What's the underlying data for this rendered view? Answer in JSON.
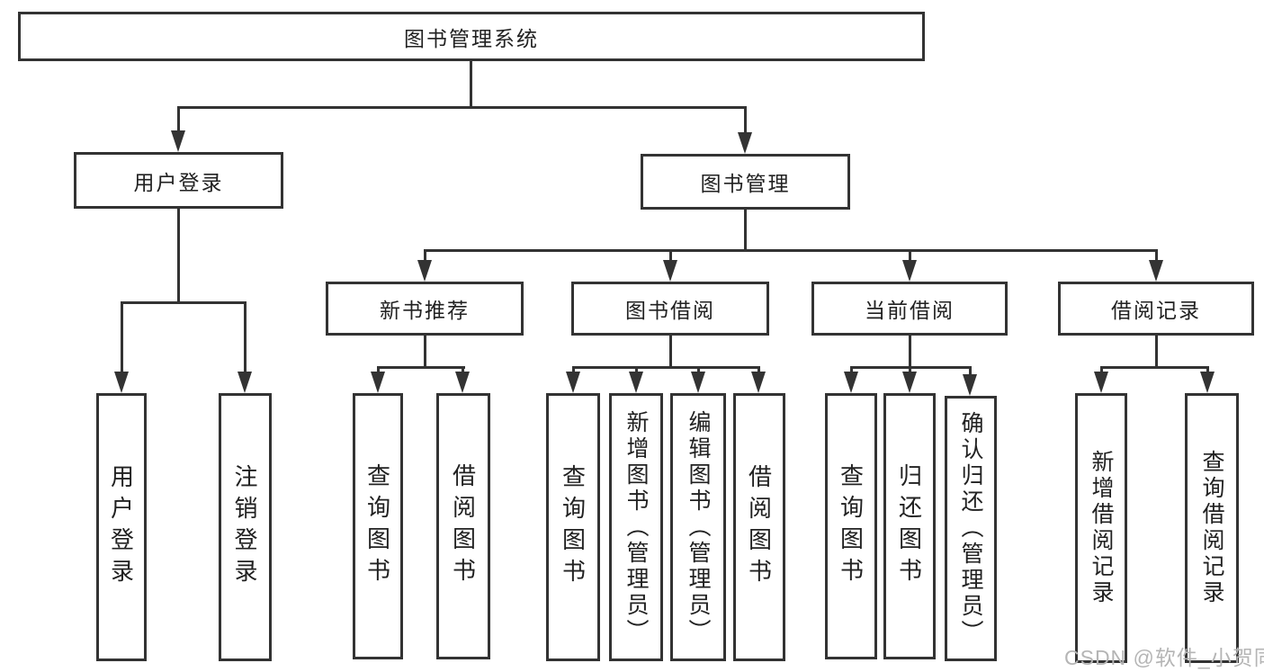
{
  "tree": {
    "root": "图书管理系统",
    "branches": [
      {
        "label": "用户登录",
        "children": [
          "用户登录",
          "注销登录"
        ]
      },
      {
        "label": "图书管理",
        "children": [
          {
            "label": "新书推荐",
            "children": [
              "查询图书",
              "借阅图书"
            ]
          },
          {
            "label": "图书借阅",
            "children": [
              "查询图书",
              "新增图书（管理员）",
              "编辑图书（管理员）",
              "借阅图书"
            ]
          },
          {
            "label": "当前借阅",
            "children": [
              "查询图书",
              "归还图书",
              "确认归还（管理员）"
            ]
          },
          {
            "label": "借阅记录",
            "children": [
              "新增借阅记录",
              "查询借阅记录"
            ]
          }
        ]
      }
    ]
  },
  "watermark": "CSDN @软件_小贺同学",
  "colors": {
    "line": "#333333",
    "text": "#212121",
    "watermark": "#b5b5b5",
    "background": "#ffffff"
  }
}
